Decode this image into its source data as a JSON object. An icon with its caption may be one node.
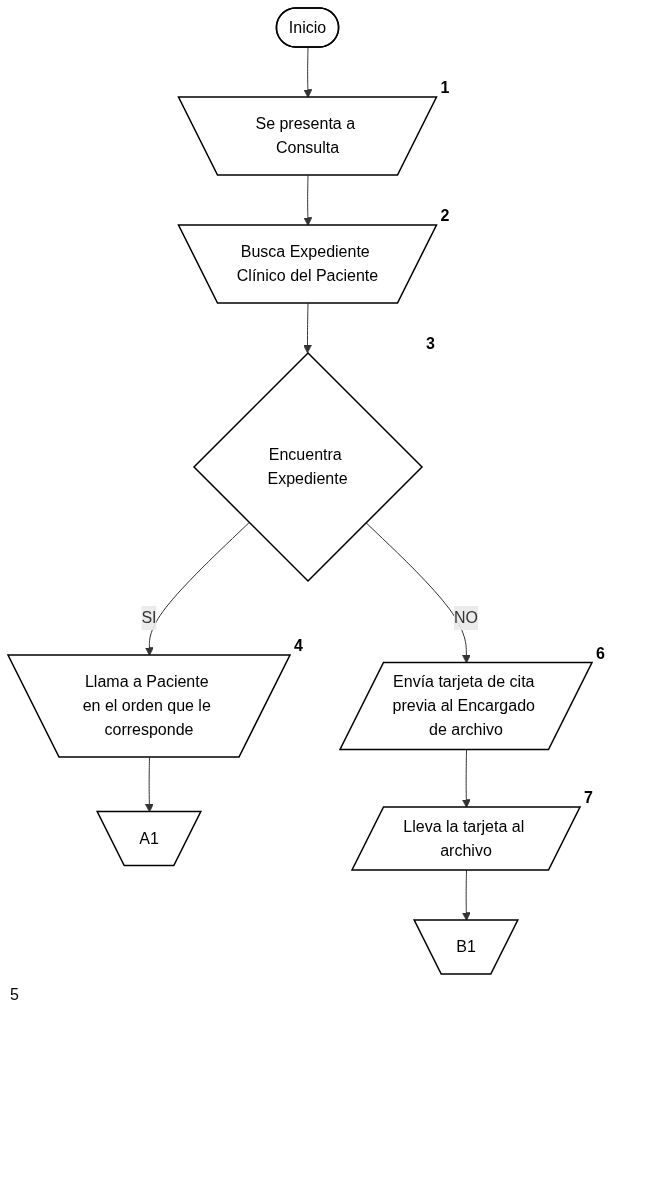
{
  "diagram": {
    "nodes": [
      {
        "text": [
          "Inicio"
        ]
      },
      {
        "text": [
          "Se presenta a Consulta"
        ],
        "beside": [
          "1"
        ]
      },
      {
        "text": [
          "Busca Expediente Clínico del Paciente"
        ],
        "beside": [
          "2"
        ]
      },
      {
        "text": [
          "Encuentra Expediente"
        ],
        "beside": [
          "3"
        ]
      },
      {
        "text": [
          "Llama a Paciente en el orden que le corresponde"
        ],
        "beside": [
          "4"
        ]
      },
      {
        "text": [
          "A1"
        ]
      },
      {
        "text": [
          "Envía tarjeta de cita previa al Encargado de archivo"
        ],
        "beside": [
          "6"
        ]
      },
      {
        "text": [
          "Lleva la tarjeta al archivo"
        ],
        "beside": [
          "7"
        ]
      },
      {
        "text": [
          "B1"
        ]
      }
    ],
    "edges": [
      {
        "from": 0,
        "to": 1,
        "arrow": "to"
      },
      {
        "from": 1,
        "to": 2,
        "arrow": "to"
      },
      {
        "from": 2,
        "to": 3,
        "arrow": "to"
      },
      {
        "from": 3,
        "to": 4,
        "arrow": "to",
        "label": "SI"
      },
      {
        "from": 3,
        "to": 6,
        "arrow": "to",
        "label": "NO"
      },
      {
        "from": 4,
        "to": 5,
        "arrow": "to"
      },
      {
        "from": 6,
        "to": 7,
        "arrow": "to"
      },
      {
        "from": 7,
        "to": 8,
        "arrow": "to"
      }
    ],
    "labels": [
      "5"
    ]
  }
}
